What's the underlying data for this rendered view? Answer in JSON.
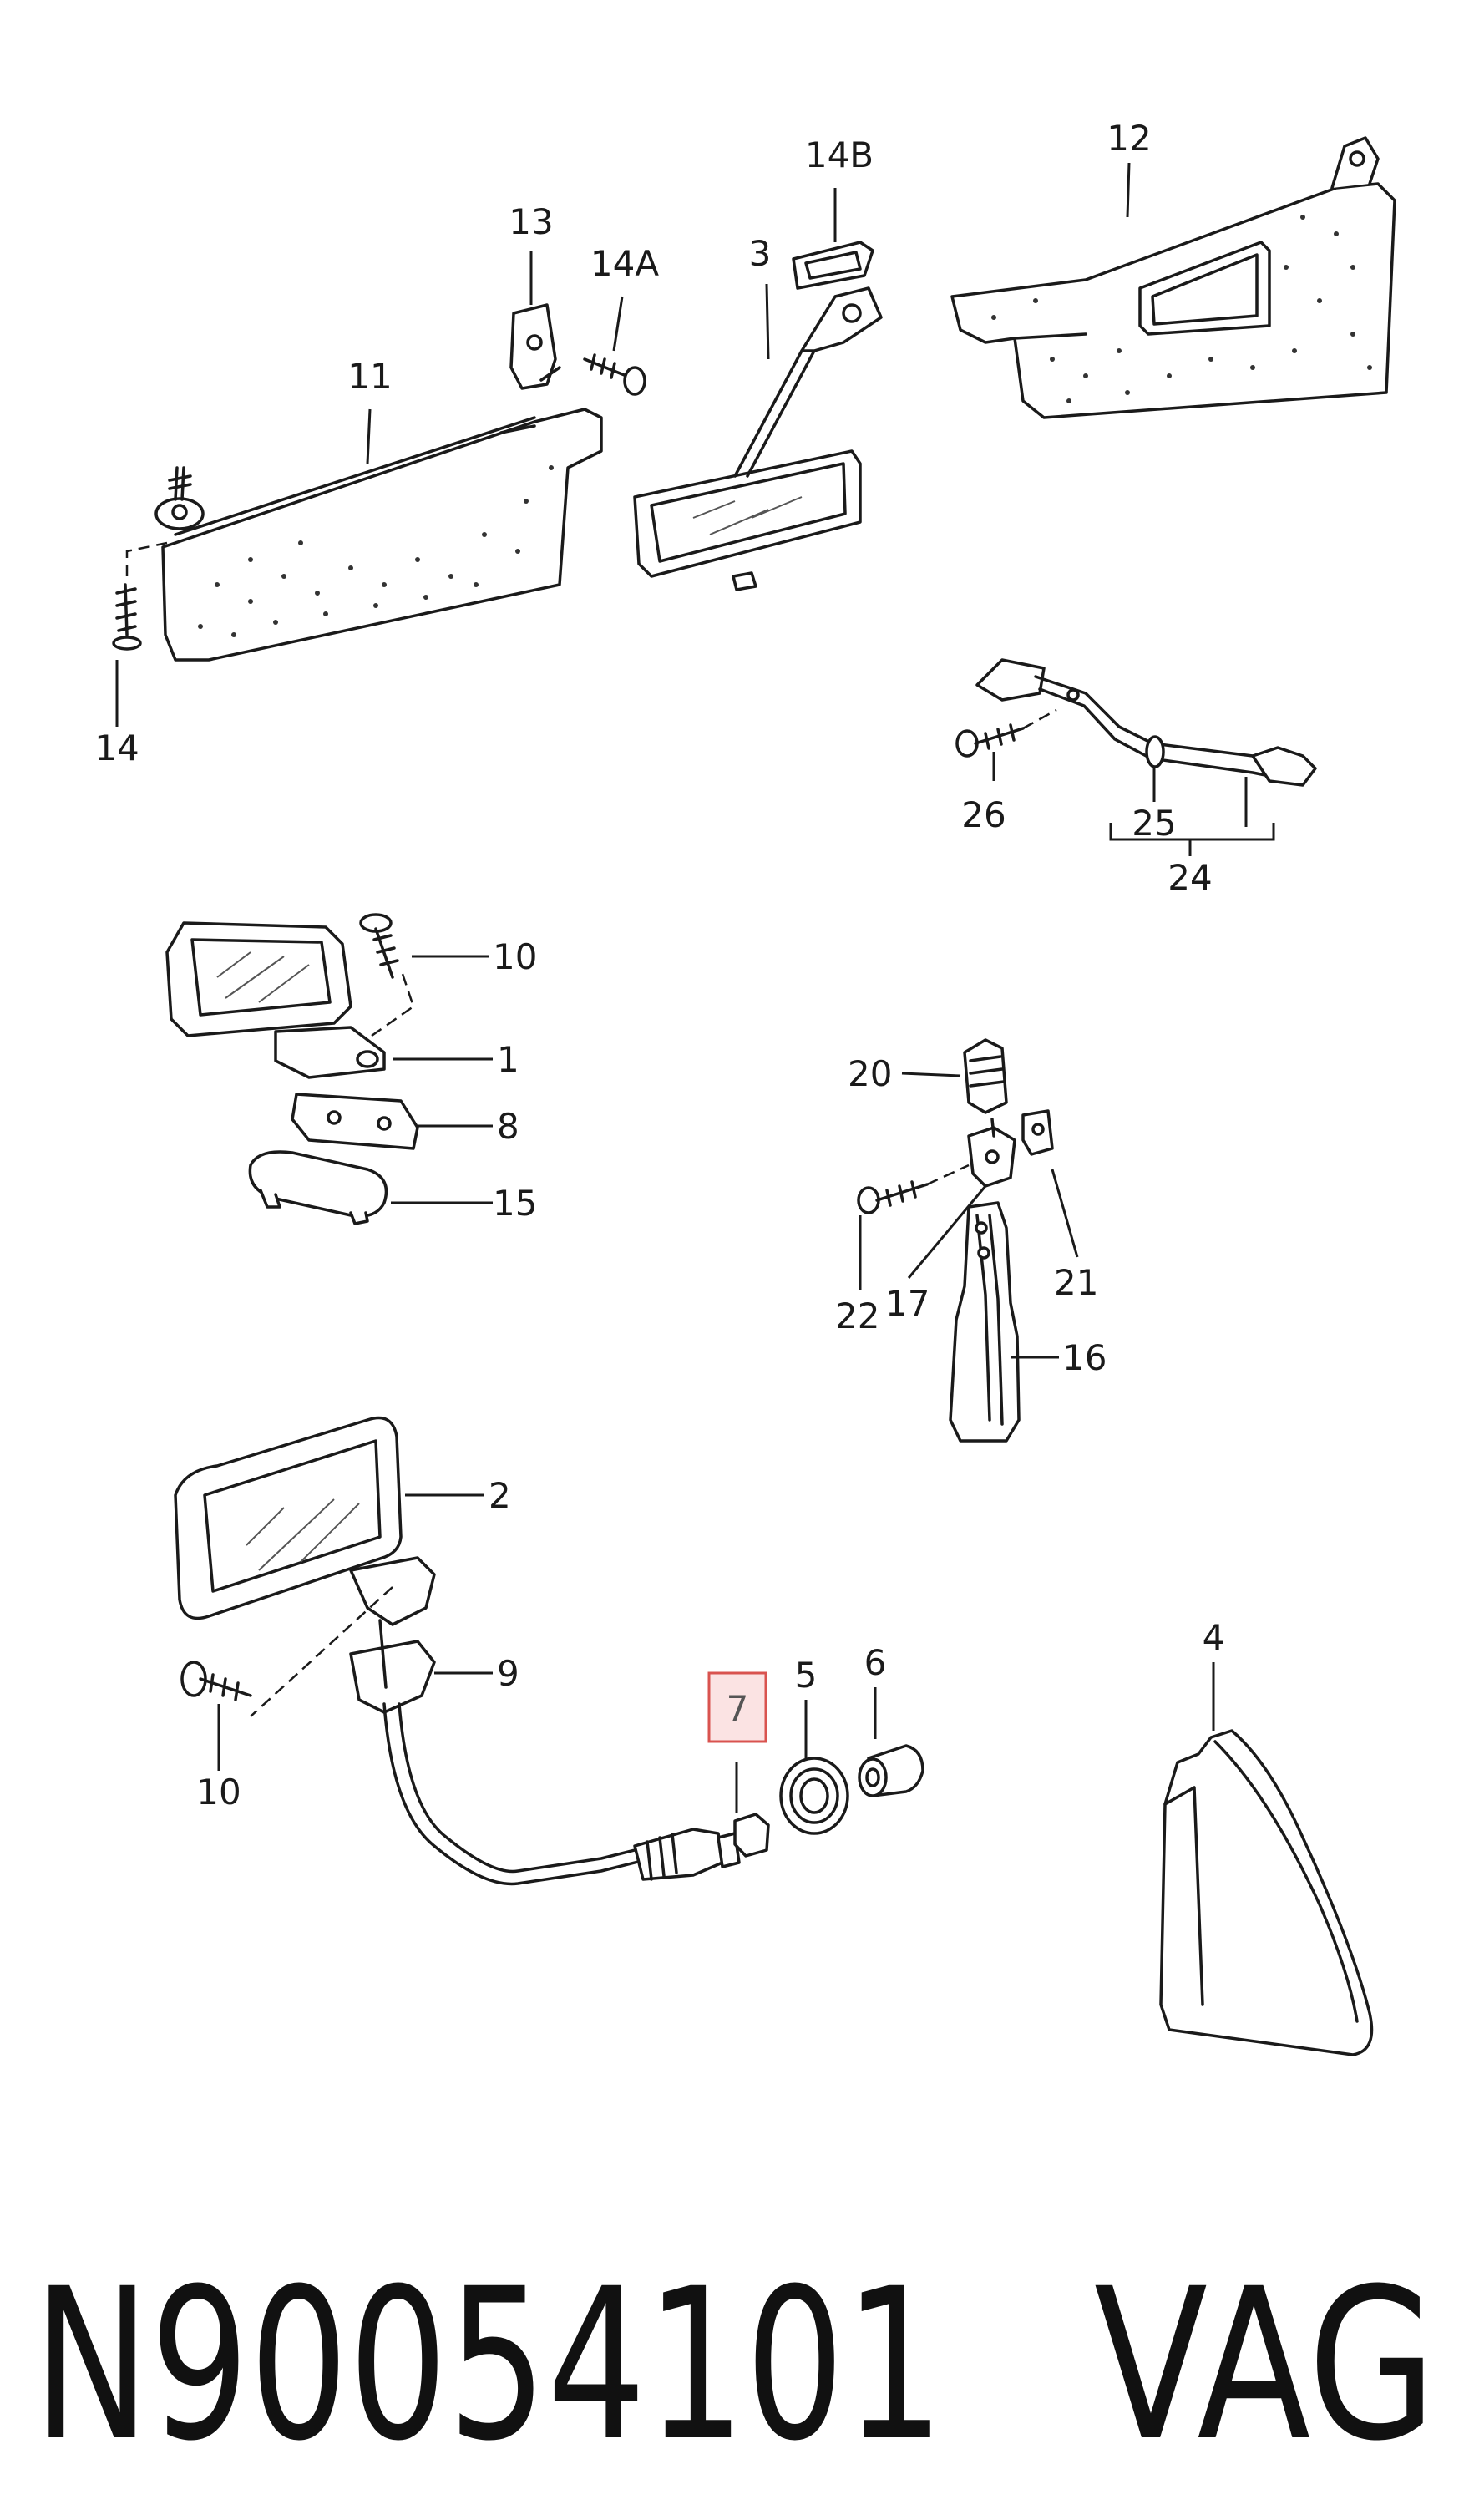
{
  "callouts": {
    "c1": "1",
    "c2": "2",
    "c3": "3",
    "c4": "4",
    "c5": "5",
    "c6": "6",
    "c7": "7",
    "c8": "8",
    "c9": "9",
    "c10a": "10",
    "c10b": "10",
    "c11": "11",
    "c12": "12",
    "c13": "13",
    "c14": "14",
    "c14A": "14A",
    "c14B": "14B",
    "c15": "15",
    "c16": "16",
    "c17": "17",
    "c20": "20",
    "c21": "21",
    "c22": "22",
    "c24": "24",
    "c25": "25",
    "c26": "26"
  },
  "highlight": {
    "callout": "7",
    "border_color": "#d9534f",
    "fill_color": "#fbe3e3"
  },
  "footer": {
    "part_number": "N90054101",
    "brand": "VAG"
  }
}
